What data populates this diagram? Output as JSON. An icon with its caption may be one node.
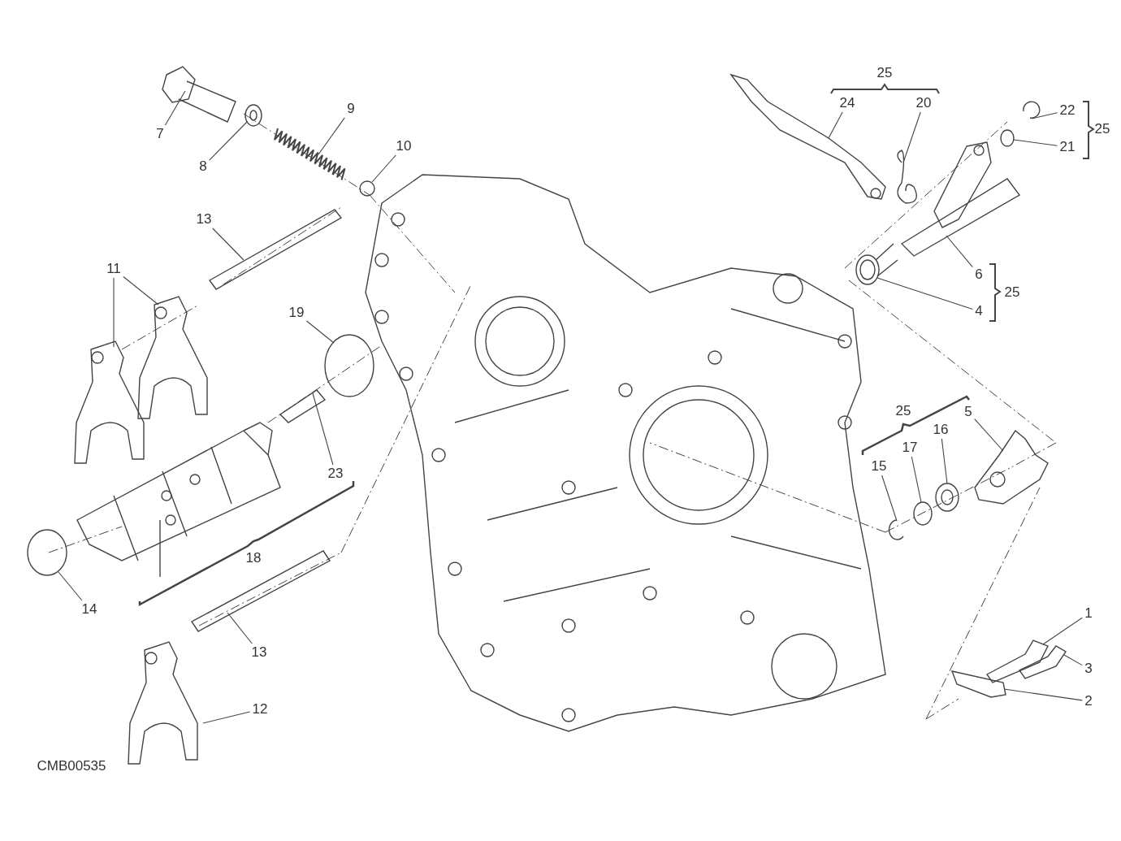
{
  "diagram": {
    "nodes": [
      {
        "text": [
          "7"
        ]
      },
      {
        "text": [
          "8"
        ]
      },
      {
        "text": [
          "9"
        ]
      },
      {
        "text": [
          "10"
        ]
      },
      {
        "text": [
          "13"
        ]
      },
      {
        "text": [
          "11"
        ]
      },
      {
        "text": [
          "19"
        ]
      },
      {
        "text": [
          "23"
        ]
      },
      {
        "text": [
          "14"
        ]
      },
      {
        "text": [
          "13"
        ]
      },
      {
        "text": [
          "12"
        ]
      },
      {
        "text": [
          "24"
        ]
      },
      {
        "text": [
          "20"
        ]
      },
      {
        "text": [
          "22"
        ]
      },
      {
        "text": [
          "21"
        ]
      },
      {
        "text": [
          "6"
        ]
      },
      {
        "text": [
          "4"
        ]
      },
      {
        "text": [
          "5"
        ]
      },
      {
        "text": [
          "16"
        ]
      },
      {
        "text": [
          "17"
        ]
      },
      {
        "text": [
          "15"
        ]
      },
      {
        "text": [
          "1"
        ]
      },
      {
        "text": [
          "3"
        ]
      },
      {
        "text": [
          "2"
        ]
      },
      {
        "text": [],
        "shape": "picture"
      },
      {
        "text": [],
        "shape": "picture"
      },
      {
        "text": [],
        "shape": "picture"
      },
      {
        "text": [],
        "shape": "circle"
      },
      {
        "text": [],
        "shape": "bar"
      },
      {
        "text": [],
        "shape": "picture"
      },
      {
        "text": [],
        "shape": "picture"
      },
      {
        "text": [],
        "shape": "circle"
      },
      {
        "text": [],
        "shape": "picture"
      },
      {
        "text": [],
        "shape": "circle"
      },
      {
        "text": [],
        "shape": "bar"
      },
      {
        "text": [],
        "shape": "picture"
      },
      {
        "text": [],
        "shape": "picture"
      },
      {
        "text": [],
        "shape": "picture"
      },
      {
        "text": [],
        "shape": "picture"
      },
      {
        "text": [],
        "shape": "circle"
      },
      {
        "text": [],
        "shape": "picture"
      },
      {
        "text": [],
        "shape": "picture"
      },
      {
        "text": [],
        "shape": "picture"
      },
      {
        "text": [],
        "shape": "picture"
      },
      {
        "text": [],
        "shape": "circle"
      },
      {
        "text": [],
        "shape": "picture"
      },
      {
        "text": [],
        "shape": "picture"
      },
      {
        "text": [],
        "shape": "picture"
      },
      {
        "text": [],
        "shape": "picture"
      }
    ],
    "edges": [
      {
        "from": 0,
        "to": 24,
        "arrow": "none"
      },
      {
        "from": 1,
        "to": 25,
        "arrow": "none"
      },
      {
        "from": 2,
        "to": 26,
        "arrow": "none"
      },
      {
        "from": 3,
        "to": 27,
        "arrow": "none"
      },
      {
        "from": 4,
        "to": 28,
        "arrow": "none"
      },
      {
        "from": 5,
        "to": 29,
        "arrow": "none"
      },
      {
        "from": 5,
        "to": 30,
        "arrow": "none"
      },
      {
        "from": 6,
        "to": 31,
        "arrow": "none"
      },
      {
        "from": 7,
        "to": 32,
        "arrow": "none"
      },
      {
        "from": 8,
        "to": 33,
        "arrow": "none"
      },
      {
        "from": 9,
        "to": 34,
        "arrow": "none"
      },
      {
        "from": 10,
        "to": 35,
        "arrow": "none"
      },
      {
        "from": 11,
        "to": 36,
        "arrow": "none"
      },
      {
        "from": 12,
        "to": 37,
        "arrow": "none"
      },
      {
        "from": 13,
        "to": 38,
        "arrow": "none"
      },
      {
        "from": 14,
        "to": 39,
        "arrow": "none"
      },
      {
        "from": 15,
        "to": 40,
        "arrow": "none"
      },
      {
        "from": 16,
        "to": 41,
        "arrow": "none"
      },
      {
        "from": 17,
        "to": 42,
        "arrow": "none"
      },
      {
        "from": 18,
        "to": 43,
        "arrow": "none"
      },
      {
        "from": 19,
        "to": 44,
        "arrow": "none"
      },
      {
        "from": 20,
        "to": 45,
        "arrow": "none"
      },
      {
        "from": 21,
        "to": 46,
        "arrow": "none"
      },
      {
        "from": 22,
        "to": 47,
        "arrow": "none"
      },
      {
        "from": 23,
        "to": 48,
        "arrow": "none"
      }
    ],
    "labels": [
      "25",
      "25",
      "25",
      "25",
      "18",
      "CMB00535"
    ]
  }
}
